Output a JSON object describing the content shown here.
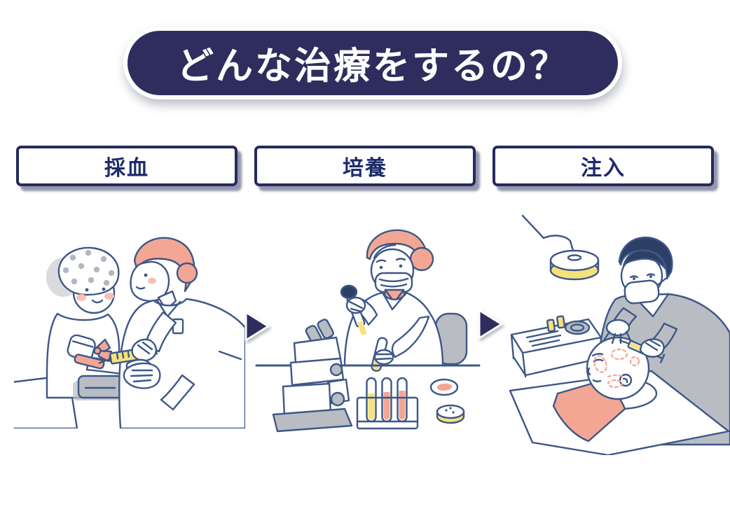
{
  "title": {
    "text": "どんな治療をするの？"
  },
  "steps": [
    {
      "label": "採血",
      "illustration": "blood-draw"
    },
    {
      "label": "培養",
      "illustration": "culture"
    },
    {
      "label": "注入",
      "illustration": "injection"
    }
  ],
  "icons": {
    "step_arrow": "right-triangle"
  },
  "palette": {
    "navy": "#2f2d5e",
    "box_border": "#252b5c",
    "label_text": "#1d2a6b",
    "outline": "#3d5787",
    "hair_dark": "#2e3f66",
    "salmon": "#f4a694",
    "salmon_light": "#f8bfb2",
    "yellow": "#f7e17b",
    "gray": "#b9bdc3",
    "gray_dot": "#b4b8be",
    "bg": "#ffffff"
  }
}
